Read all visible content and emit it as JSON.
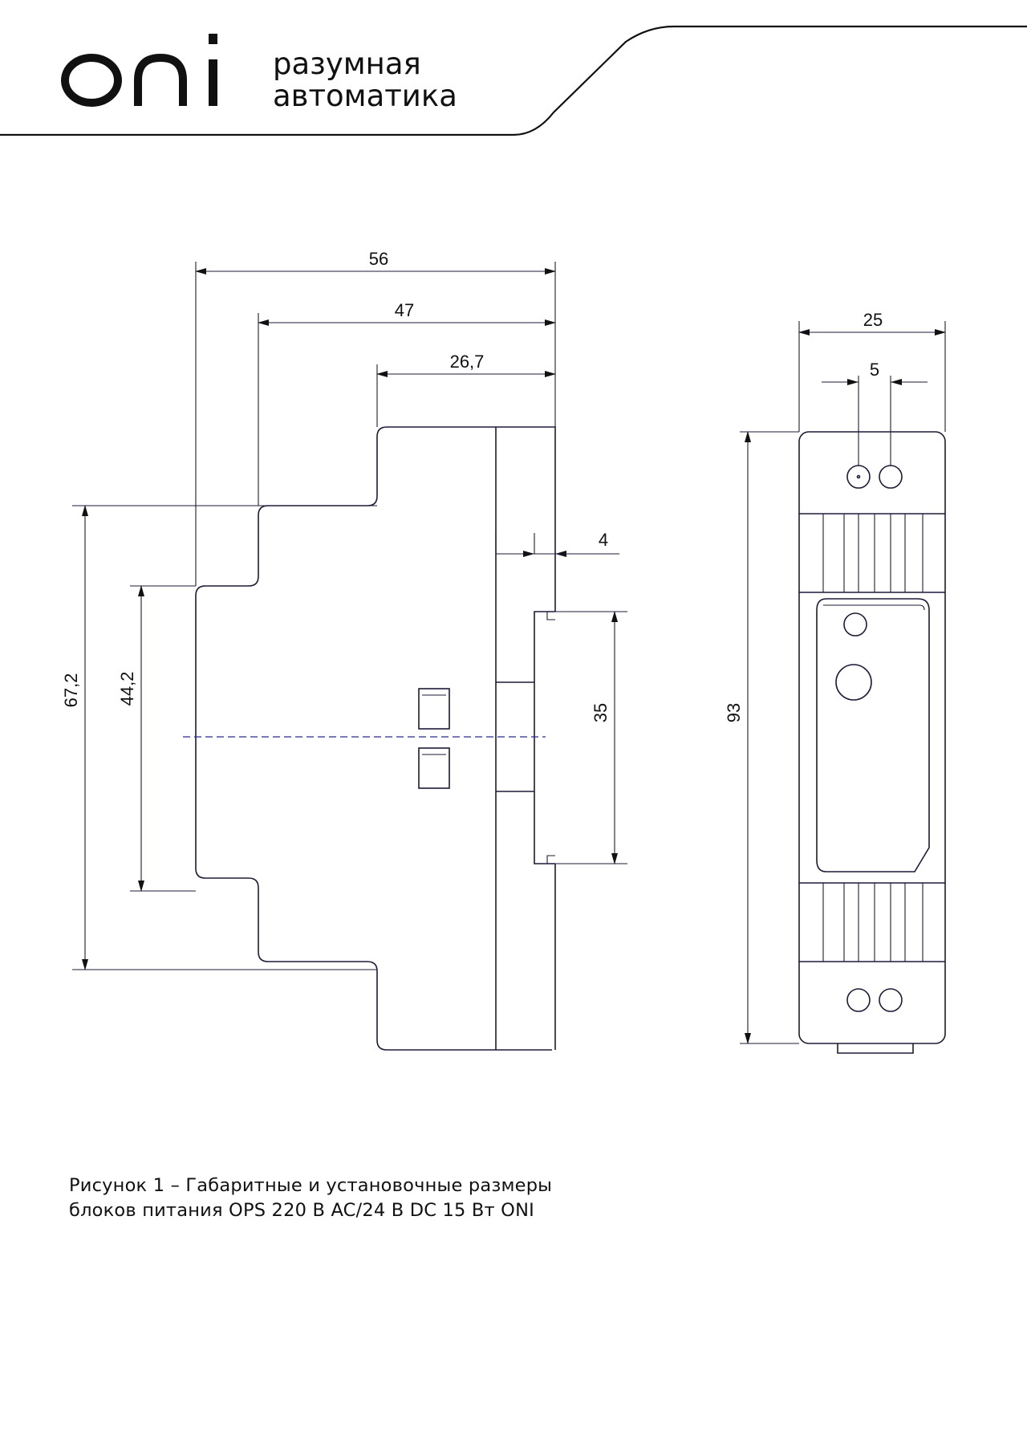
{
  "header": {
    "brand": "oni",
    "tagline_line1": "разумная",
    "tagline_line2": "автоматика"
  },
  "dimensions": {
    "side_total_width": "56",
    "side_mid_width": "47",
    "side_front_width": "26,7",
    "rail_depth": "4",
    "total_height_terminals": "67,2",
    "height_body": "44,2",
    "din_rail": "35",
    "front_width": "25",
    "terminal_pitch": "5",
    "front_height": "93"
  },
  "caption": {
    "line1": "Рисунок 1 – Габаритные и установочные размеры",
    "line2": "блоков питания OPS 220 В AC/24 В DC 15 Вт ONI"
  }
}
